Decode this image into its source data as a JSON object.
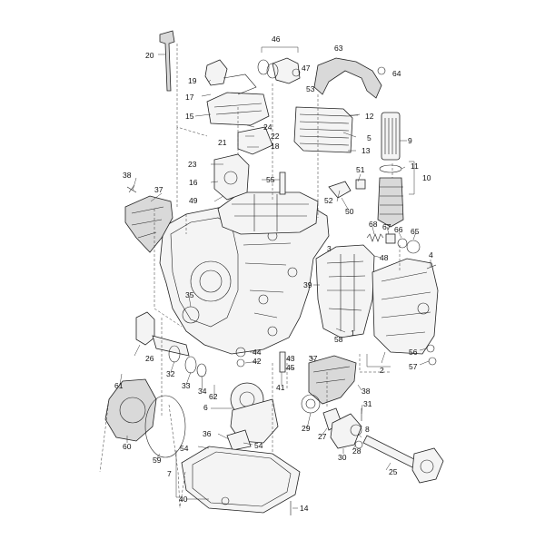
{
  "diagram": {
    "callouts": [
      {
        "id": "c20",
        "text": "20"
      },
      {
        "id": "c46",
        "text": "46"
      },
      {
        "id": "c63",
        "text": "63"
      },
      {
        "id": "c64",
        "text": "64"
      },
      {
        "id": "c47",
        "text": "47"
      },
      {
        "id": "c19",
        "text": "19"
      },
      {
        "id": "c17",
        "text": "17"
      },
      {
        "id": "c53",
        "text": "53"
      },
      {
        "id": "c15",
        "text": "15"
      },
      {
        "id": "c12",
        "text": "12"
      },
      {
        "id": "c24",
        "text": "24"
      },
      {
        "id": "c22",
        "text": "22"
      },
      {
        "id": "c9",
        "text": "9"
      },
      {
        "id": "c21",
        "text": "21"
      },
      {
        "id": "c18",
        "text": "18"
      },
      {
        "id": "c5",
        "text": "5"
      },
      {
        "id": "c13",
        "text": "13"
      },
      {
        "id": "c23",
        "text": "23"
      },
      {
        "id": "c11",
        "text": "11"
      },
      {
        "id": "c51",
        "text": "51"
      },
      {
        "id": "c10",
        "text": "10"
      },
      {
        "id": "c38a",
        "text": "38"
      },
      {
        "id": "c16",
        "text": "16"
      },
      {
        "id": "c55",
        "text": "55"
      },
      {
        "id": "c37a",
        "text": "37"
      },
      {
        "id": "c49",
        "text": "49"
      },
      {
        "id": "c52",
        "text": "52"
      },
      {
        "id": "c50",
        "text": "50"
      },
      {
        "id": "c68",
        "text": "68"
      },
      {
        "id": "c67",
        "text": "67"
      },
      {
        "id": "c66",
        "text": "66"
      },
      {
        "id": "c65",
        "text": "65"
      },
      {
        "id": "c4",
        "text": "4"
      },
      {
        "id": "c48",
        "text": "48"
      },
      {
        "id": "c3",
        "text": "3"
      },
      {
        "id": "c39",
        "text": "39"
      },
      {
        "id": "c35",
        "text": "35"
      },
      {
        "id": "c1",
        "text": "1"
      },
      {
        "id": "c58",
        "text": "58"
      },
      {
        "id": "c44",
        "text": "44"
      },
      {
        "id": "c42",
        "text": "42"
      },
      {
        "id": "c26",
        "text": "26"
      },
      {
        "id": "c37b",
        "text": "37"
      },
      {
        "id": "c56",
        "text": "56"
      },
      {
        "id": "c57",
        "text": "57"
      },
      {
        "id": "c43",
        "text": "43"
      },
      {
        "id": "c45",
        "text": "45"
      },
      {
        "id": "c2",
        "text": "2"
      },
      {
        "id": "c32",
        "text": "32"
      },
      {
        "id": "c33",
        "text": "33"
      },
      {
        "id": "c34",
        "text": "34"
      },
      {
        "id": "c61",
        "text": "61"
      },
      {
        "id": "c41",
        "text": "41"
      },
      {
        "id": "c38b",
        "text": "38"
      },
      {
        "id": "c62",
        "text": "62"
      },
      {
        "id": "c6",
        "text": "6"
      },
      {
        "id": "c31",
        "text": "31"
      },
      {
        "id": "c29",
        "text": "29"
      },
      {
        "id": "c8",
        "text": "8"
      },
      {
        "id": "c36",
        "text": "36"
      },
      {
        "id": "c27",
        "text": "27"
      },
      {
        "id": "c60",
        "text": "60"
      },
      {
        "id": "c54a",
        "text": "54"
      },
      {
        "id": "c54b",
        "text": "54"
      },
      {
        "id": "c28",
        "text": "28"
      },
      {
        "id": "c59",
        "text": "59"
      },
      {
        "id": "c30",
        "text": "30"
      },
      {
        "id": "c7",
        "text": "7"
      },
      {
        "id": "c25",
        "text": "25"
      },
      {
        "id": "c40",
        "text": "40"
      },
      {
        "id": "c14",
        "text": "14"
      }
    ]
  }
}
